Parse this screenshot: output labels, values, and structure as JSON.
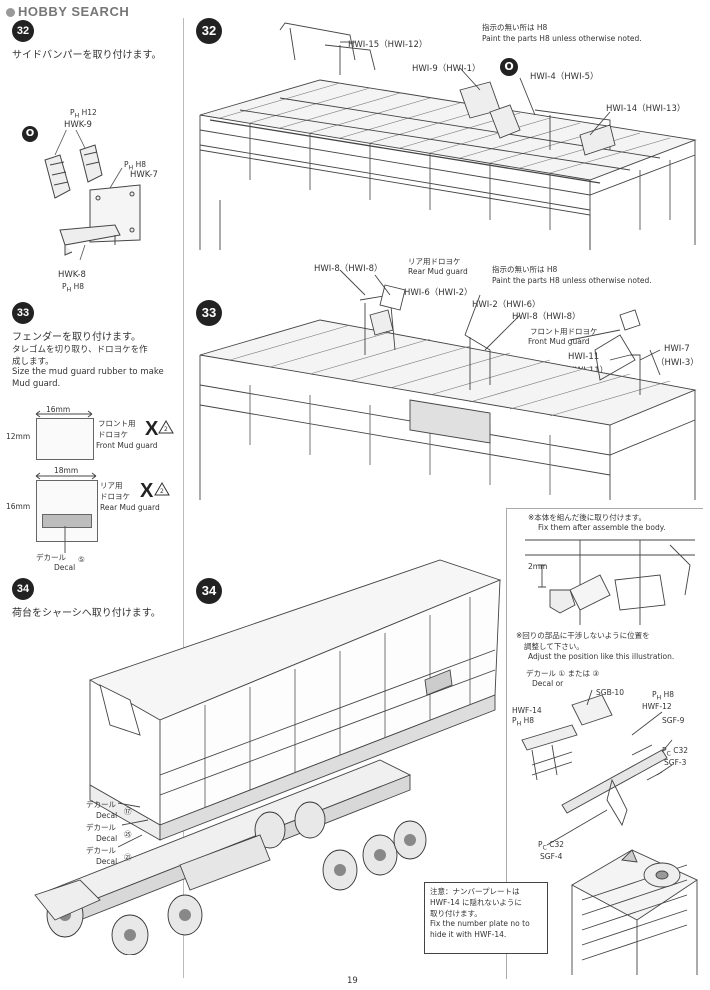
{
  "watermark": "HOBBY SEARCH",
  "page_number": "19",
  "left": {
    "step32": {
      "num": "32",
      "title": "サイドバンパーを取り付けます。",
      "symbol": "O",
      "parts": {
        "hwk9": "HWK-9",
        "hwk9_paint": "H12",
        "hwk7": "HWK-7",
        "hwk7_paint": "H8",
        "hwk8": "HWK-8",
        "hwk8_paint": "H8"
      }
    },
    "step33": {
      "num": "33",
      "title": "フェンダーを取り付けます。",
      "jp_line1": "タレゴムを切り取り、ドロヨケを作",
      "jp_line2": "成します。",
      "en_line1": "Size the mud guard rubber to make",
      "en_line2": "Mud guard.",
      "front": {
        "width": "16mm",
        "height": "12mm",
        "jp1": "フロント用",
        "jp2": "ドロヨケ",
        "en": "Front Mud guard",
        "count": "2"
      },
      "rear": {
        "width": "18mm",
        "height": "16mm",
        "jp1": "リア用",
        "jp2": "ドロヨケ",
        "en": "Rear Mud guard",
        "count": "2"
      },
      "decal_jp": "デカール",
      "decal_en": "Decal",
      "decal_num": "⑤"
    },
    "step34": {
      "num": "34",
      "title": "荷台をシャーシへ取り付けます。"
    }
  },
  "right": {
    "step32": {
      "num": "32",
      "note_jp": "指示の無い所は H8",
      "note_en": "Paint the parts H8 unless otherwise noted.",
      "symbol": "O",
      "labels": {
        "hwi15": "HWI-15（HWI-12）",
        "hwi9": "HWI-9（HWI-1）",
        "hwi4": "HWI-4（HWI-5）",
        "hwi14": "HWI-14（HWI-13）"
      }
    },
    "step33": {
      "num": "33",
      "note_jp": "指示の無い所は H8",
      "note_en": "Paint the parts H8 unless otherwise noted.",
      "labels": {
        "rear_jp": "リア用ドロヨケ",
        "rear_en": "Rear Mud guard",
        "hwi8a": "HWI-8（HWI-8）",
        "hwi6": "HWI-6（HWI-2）",
        "hwi2": "HWI-2（HWI-6）",
        "hwi8b": "HWI-8（HWI-8）",
        "front_jp": "フロント用ドロヨケ",
        "front_en": "Front Mud guard",
        "hwi11a": "HWI-11",
        "hwi11b": "（HWI-11）",
        "hwi7a": "HWI-7",
        "hwi7b": "（HWI-3）"
      }
    },
    "step34": {
      "num": "34",
      "decals": [
        {
          "jp": "デカール",
          "en": "Decal",
          "num": "⑰"
        },
        {
          "jp": "デカール",
          "en": "Decal",
          "num": "㉕"
        },
        {
          "jp": "デカール",
          "en": "Decal",
          "num": "㉑"
        }
      ],
      "inset": {
        "note1_jp": "※本体を組んだ後に取り付けます。",
        "note1_en": "Fix them after assemble the body.",
        "dim": "2mm",
        "note2_jp1": "※回りの部品に干渉しないように位置を",
        "note2_jp2": "調整して下さい。",
        "note2_en": "Adjust the position like this illustration.",
        "decal_jp": "デカール ① または ③",
        "decal_en": "Decal          or",
        "sgb10": "SGB-10",
        "hwf12_paint": "H8",
        "hwf12": "HWF-12",
        "hwf14": "HWF-14",
        "hwf14_paint": "H8",
        "sgf9": "SGF-9",
        "sgf3_paint": "C32",
        "sgf3": "SGF-3",
        "sgf4_paint": "C32",
        "sgf4": "SGF-4"
      },
      "plate_note": {
        "jp1": "注意：ナンバープレートは",
        "jp2": "HWF-14 に隠れないように",
        "jp3": "取り付けます。",
        "en1": "Fix the number plate no to",
        "en2": "hide it with HWF-14."
      }
    }
  }
}
